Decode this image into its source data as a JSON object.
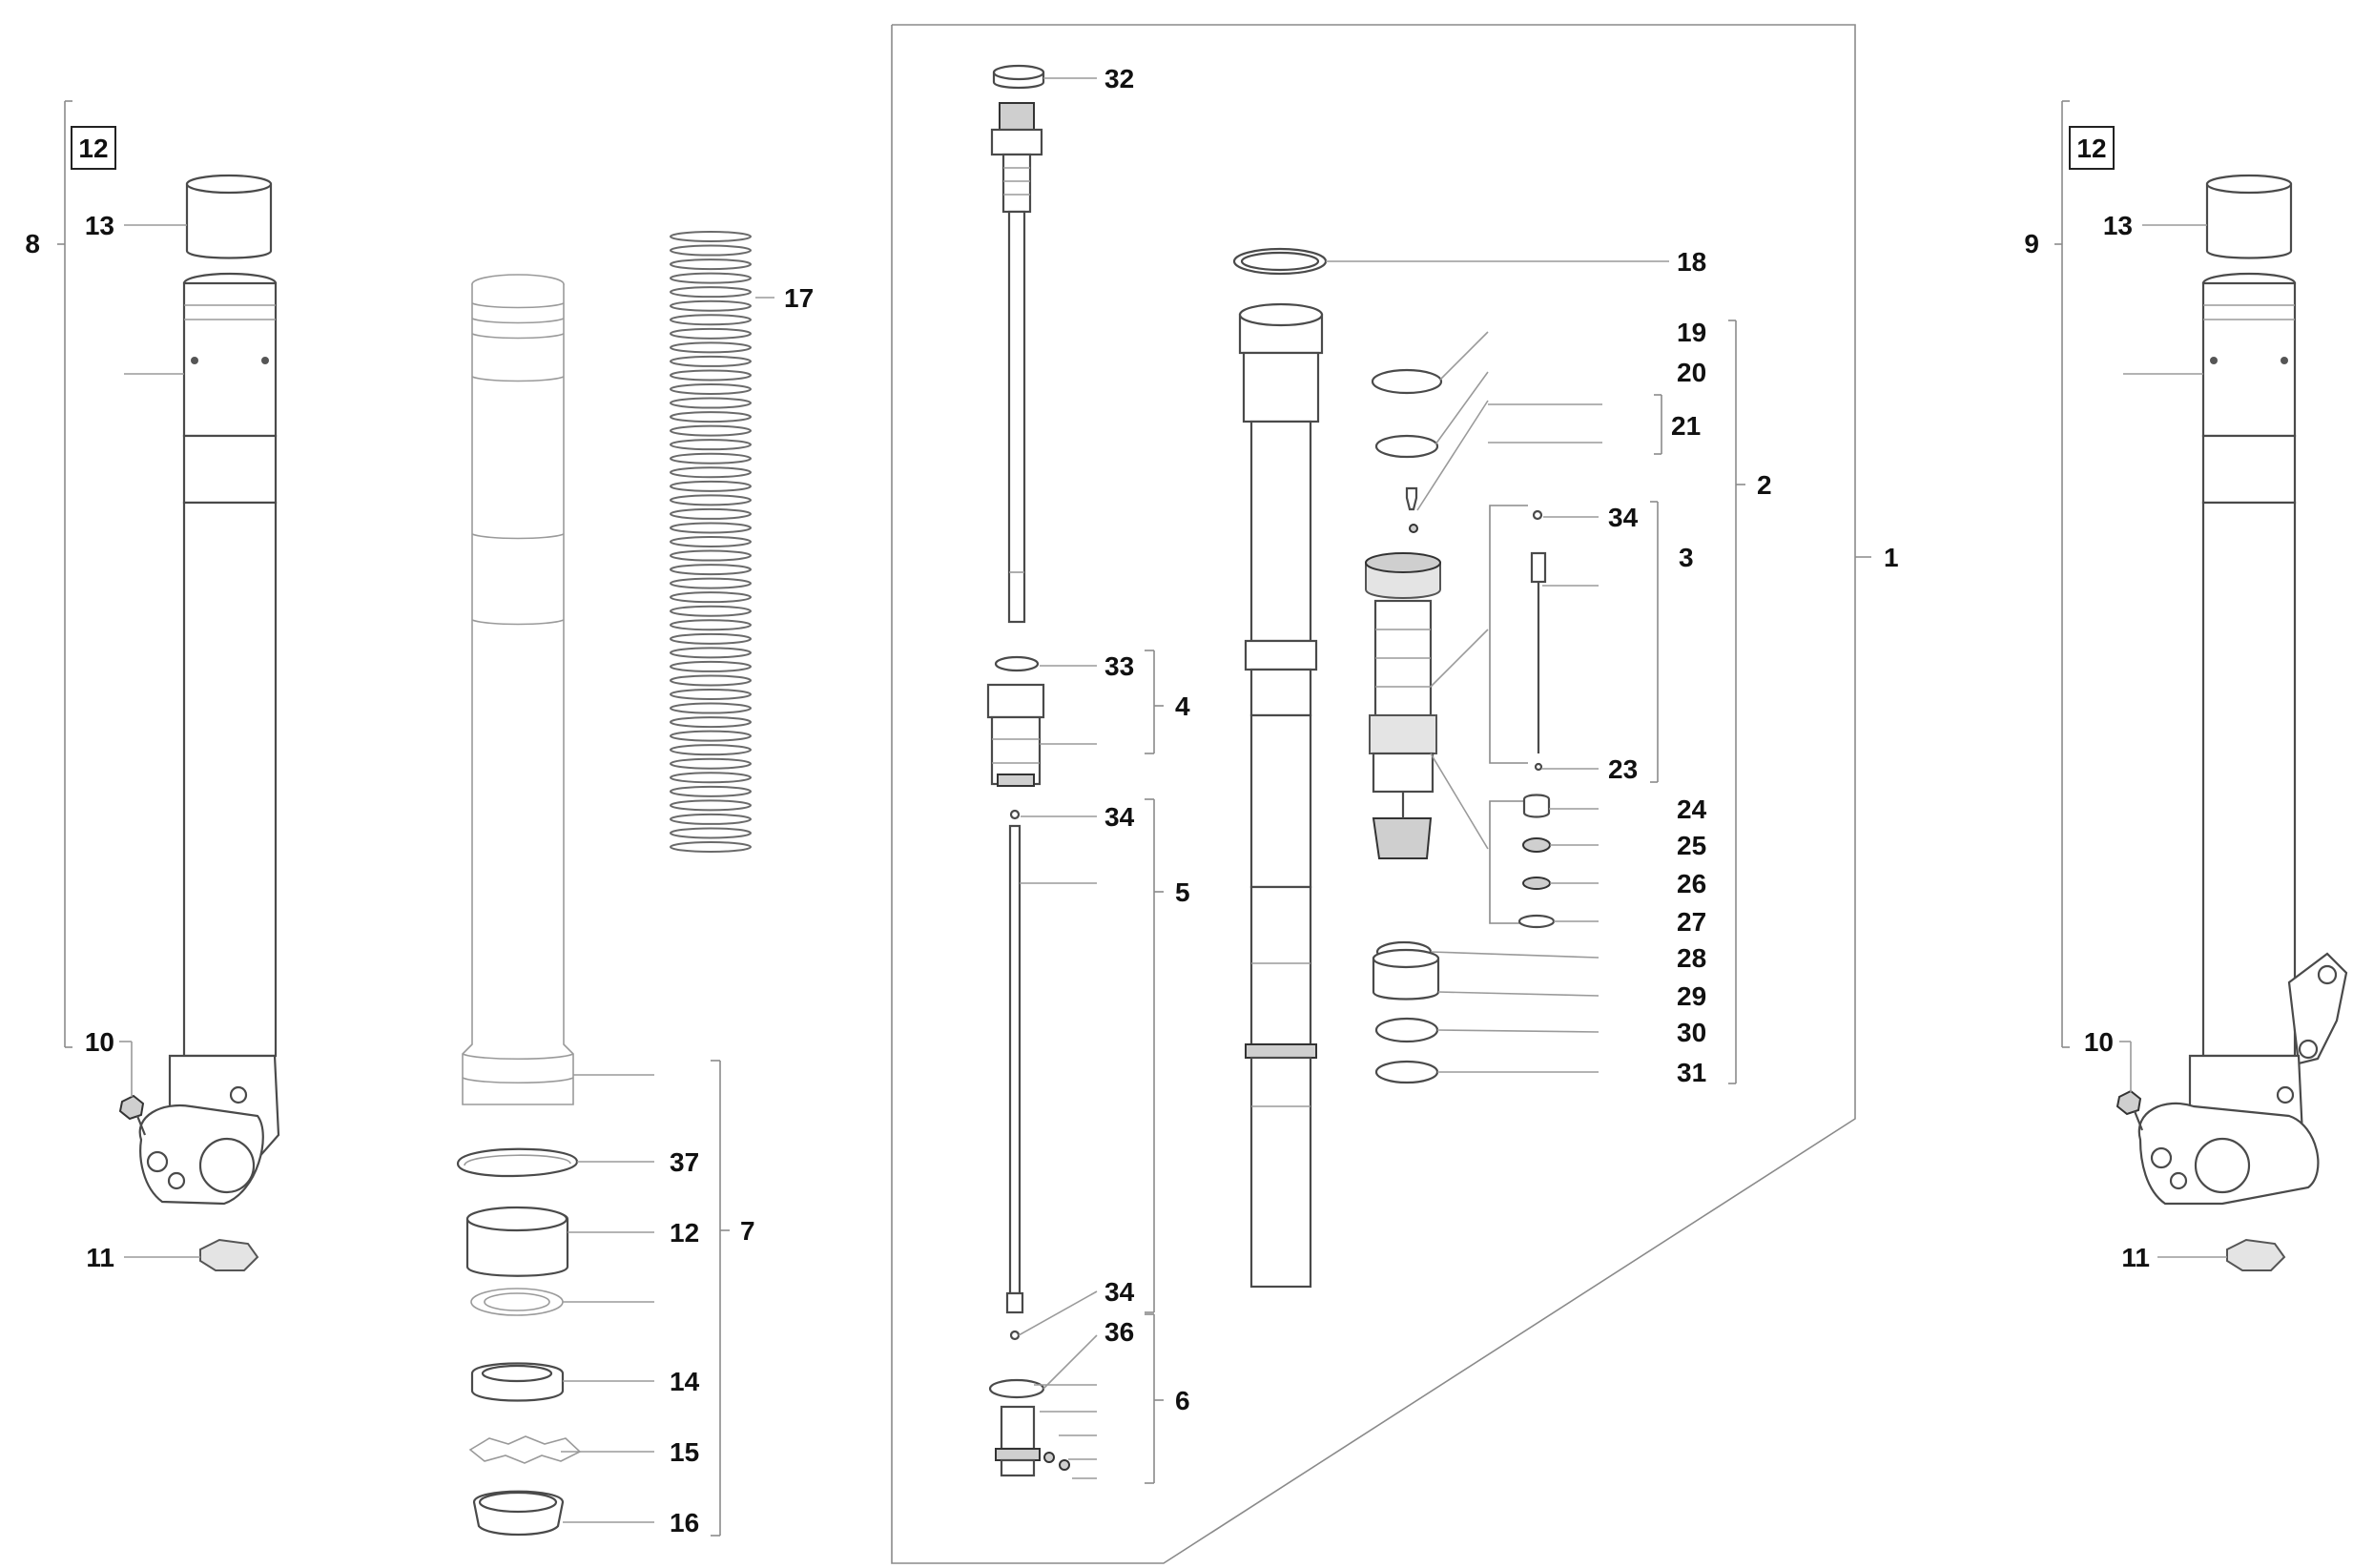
{
  "labels": {
    "l12a": "12",
    "l13a": "13",
    "l8": "8",
    "l10a": "10",
    "l11a": "11",
    "l17": "17",
    "l37": "37",
    "l12b": "12",
    "l7": "7",
    "l14": "14",
    "l15": "15",
    "l16": "16",
    "l32": "32",
    "l33": "33",
    "l4": "4",
    "l34a": "34",
    "l5": "5",
    "l34c": "34",
    "l36": "36",
    "l6": "6",
    "l18": "18",
    "l19": "19",
    "l20": "20",
    "l21": "21",
    "l2": "2",
    "l34b": "34",
    "l3": "3",
    "l1": "1",
    "l23": "23",
    "l24": "24",
    "l25": "25",
    "l26": "26",
    "l27": "27",
    "l28": "28",
    "l29": "29",
    "l30": "30",
    "l31": "31",
    "l12c": "12",
    "l13b": "13",
    "l9": "9",
    "l10b": "10",
    "l11b": "11"
  }
}
